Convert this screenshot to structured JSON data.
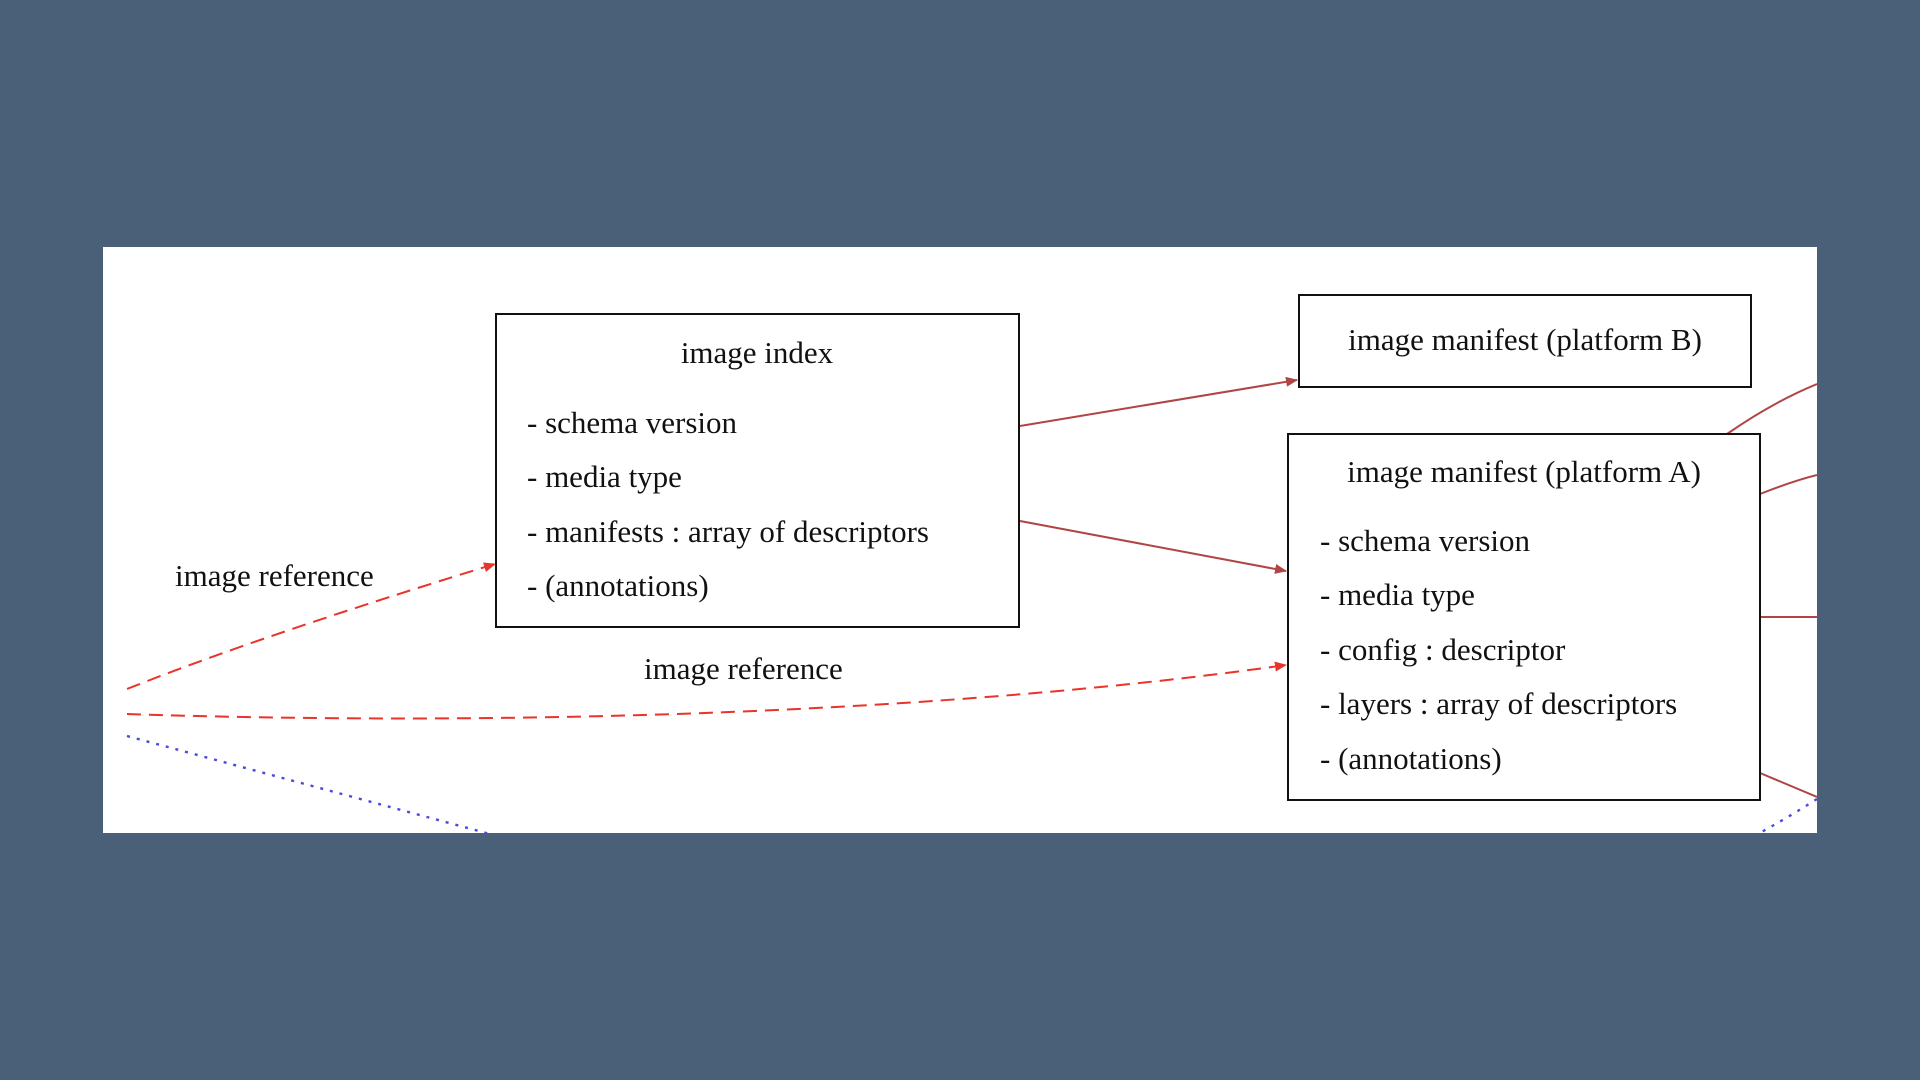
{
  "colors": {
    "background": "#4a5f78",
    "canvas": "#ffffff",
    "node_border": "#111111",
    "solid_edge": "#b04545",
    "dashed_edge": "#e8342a",
    "dotted_edge": "#4a4ae0"
  },
  "nodes": {
    "image_index": {
      "title": "image index",
      "fields": [
        "- schema version",
        "- media type",
        "- manifests : array of descriptors",
        "- (annotations)"
      ]
    },
    "manifest_b": {
      "title": "image manifest (platform B)"
    },
    "manifest_a": {
      "title": "image manifest (platform A)",
      "fields": [
        "- schema version",
        "- media type",
        "- config : descriptor",
        "- layers : array of descriptors",
        "- (annotations)"
      ]
    }
  },
  "edge_labels": {
    "to_index": "image reference",
    "to_manifest_a": "image reference"
  }
}
